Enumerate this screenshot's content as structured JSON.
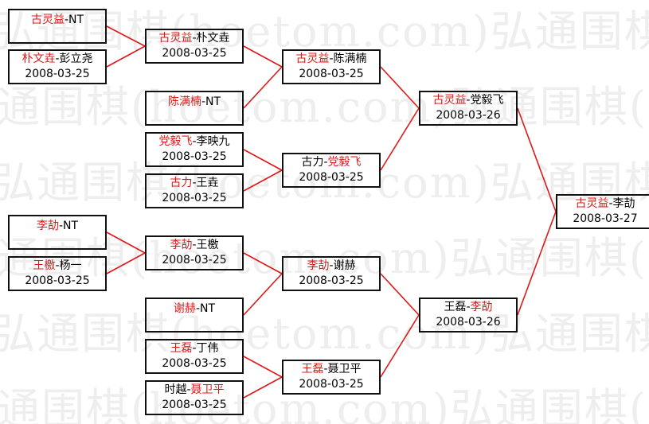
{
  "watermark": "弘通围棋(hoetom.com)弘通围棋(hoetom.com)弘通围棋",
  "colors": {
    "winner": "#e01818",
    "line": "#e01818",
    "border": "#111111",
    "watermark": "#eeeeee"
  },
  "matches": [
    {
      "id": "r1-1",
      "p1": "古灵益",
      "p1_win": true,
      "sep": "-",
      "p2": "NT",
      "p2_win": false,
      "date": ""
    },
    {
      "id": "r1-2",
      "p1": "朴文垚",
      "p1_win": true,
      "sep": "-",
      "p2": "彭立尧",
      "p2_win": false,
      "date": "2008-03-25"
    },
    {
      "id": "r1-3",
      "p1": "陈满楠",
      "p1_win": true,
      "sep": "-",
      "p2": "NT",
      "p2_win": false,
      "date": ""
    },
    {
      "id": "r1-4",
      "p1": "党毅飞",
      "p1_win": true,
      "sep": "-",
      "p2": "李映九",
      "p2_win": false,
      "date": "2008-03-25"
    },
    {
      "id": "r1-5",
      "p1": "古力",
      "p1_win": true,
      "sep": "-",
      "p2": "王垚",
      "p2_win": false,
      "date": "2008-03-25"
    },
    {
      "id": "r1-6",
      "p1": "李劼",
      "p1_win": true,
      "sep": "-",
      "p2": "NT",
      "p2_win": false,
      "date": ""
    },
    {
      "id": "r1-7",
      "p1": "王檄",
      "p1_win": true,
      "sep": "-",
      "p2": "杨一",
      "p2_win": false,
      "date": "2008-03-25"
    },
    {
      "id": "r1-8",
      "p1": "谢赫",
      "p1_win": true,
      "sep": "-",
      "p2": "NT",
      "p2_win": false,
      "date": ""
    },
    {
      "id": "r1-9",
      "p1": "王磊",
      "p1_win": true,
      "sep": "-",
      "p2": "丁伟",
      "p2_win": false,
      "date": "2008-03-25"
    },
    {
      "id": "r1-10",
      "p1": "时越",
      "p1_win": false,
      "sep": "-",
      "p2": "聂卫平",
      "p2_win": true,
      "date": "2008-03-25"
    },
    {
      "id": "r2-1",
      "p1": "古灵益",
      "p1_win": true,
      "sep": "-",
      "p2": "朴文垚",
      "p2_win": false,
      "date": "2008-03-25"
    },
    {
      "id": "r2-2",
      "p1": "李劼",
      "p1_win": true,
      "sep": "-",
      "p2": "王檄",
      "p2_win": false,
      "date": "2008-03-25"
    },
    {
      "id": "r3-1",
      "p1": "古灵益",
      "p1_win": true,
      "sep": "-",
      "p2": "陈满楠",
      "p2_win": false,
      "date": "2008-03-25"
    },
    {
      "id": "r3-2",
      "p1": "古力",
      "p1_win": false,
      "sep": "-",
      "p2": "党毅飞",
      "p2_win": true,
      "date": "2008-03-25"
    },
    {
      "id": "r3-3",
      "p1": "李劼",
      "p1_win": true,
      "sep": "-",
      "p2": "谢赫",
      "p2_win": false,
      "date": "2008-03-25"
    },
    {
      "id": "r3-4",
      "p1": "王磊",
      "p1_win": true,
      "sep": "-",
      "p2": "聂卫平",
      "p2_win": false,
      "date": "2008-03-25"
    },
    {
      "id": "r4-1",
      "p1": "古灵益",
      "p1_win": true,
      "sep": "-",
      "p2": "党毅飞",
      "p2_win": false,
      "date": "2008-03-26"
    },
    {
      "id": "r4-2",
      "p1": "王磊",
      "p1_win": false,
      "sep": "-",
      "p2": "李劼",
      "p2_win": true,
      "date": "2008-03-26"
    },
    {
      "id": "final",
      "p1": "古灵益",
      "p1_win": true,
      "sep": "-",
      "p2": "李劼",
      "p2_win": false,
      "date": "2008-03-27"
    }
  ]
}
